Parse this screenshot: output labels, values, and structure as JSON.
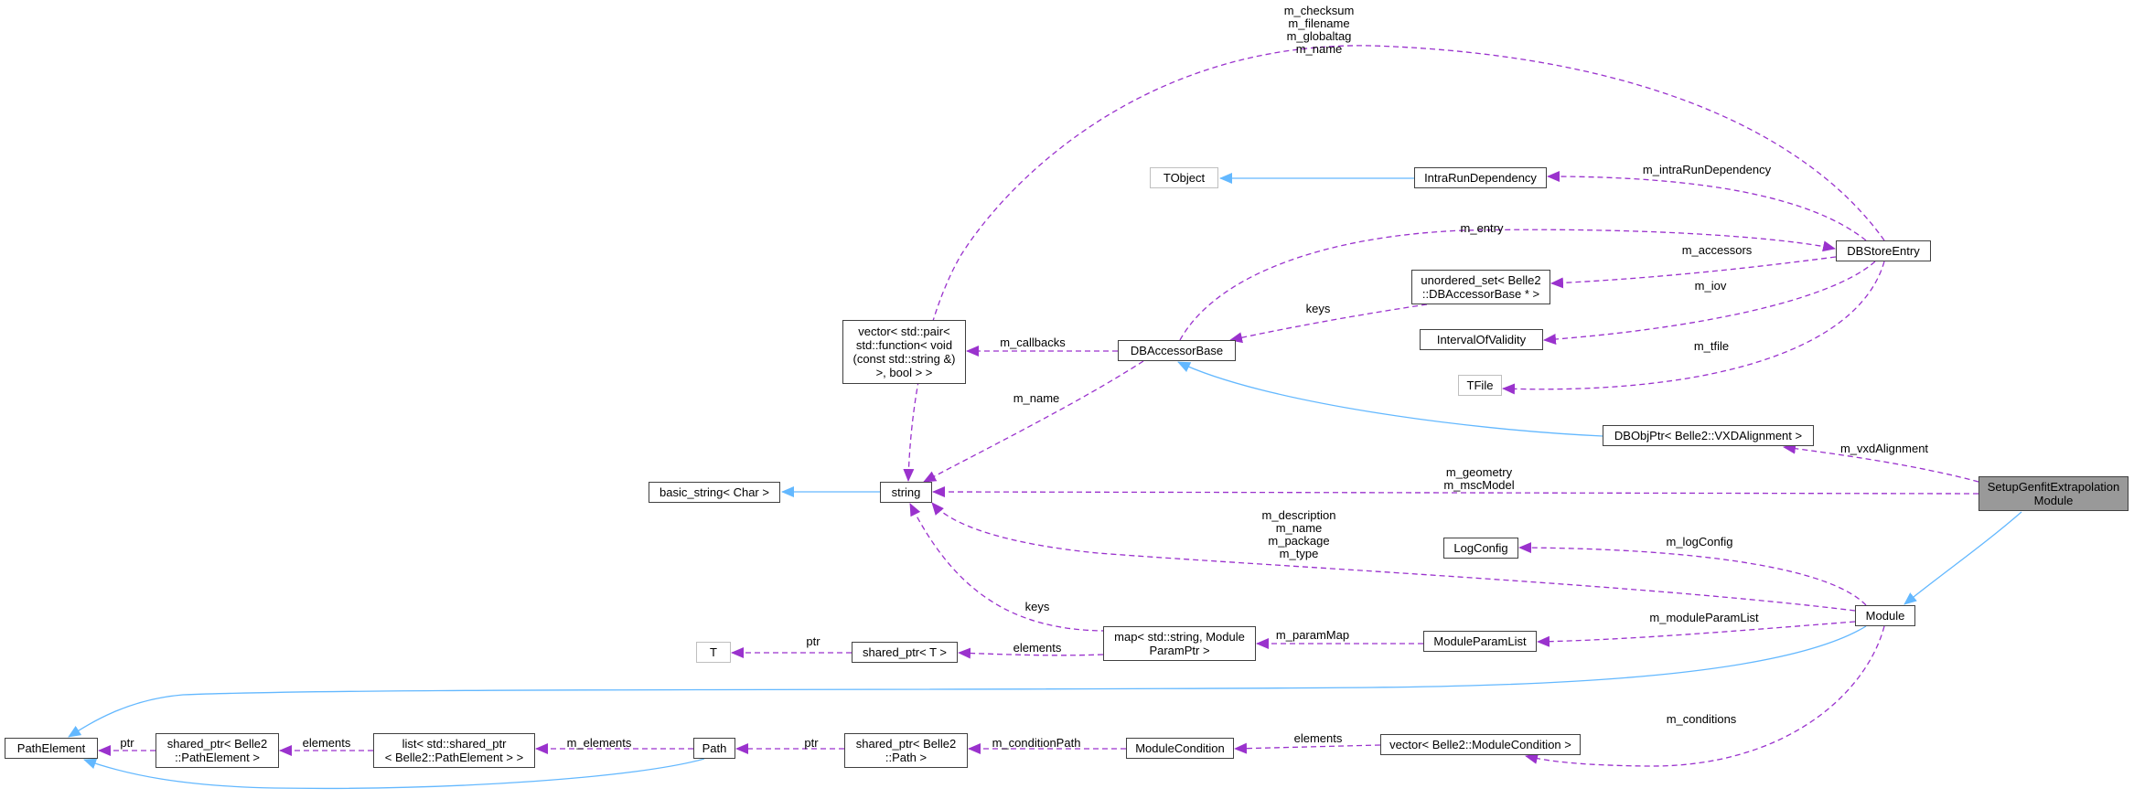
{
  "diagram": {
    "colors": {
      "inherit": "#63b8ff",
      "usage": "#9a32cd",
      "node_border": "#404040",
      "undoc_border": "#bfbfbf",
      "focus_fill": "#999999"
    },
    "nodes": {
      "setup": "SetupGenfitExtrapolation\nModule",
      "module": "Module",
      "dbobjptr": "DBObjPtr< Belle2::VXDAlignment >",
      "dbaccessorbase": "DBAccessorBase",
      "dbstoreentry": "DBStoreEntry",
      "intrarundependency": "IntraRunDependency",
      "tobject": "TObject",
      "unordered_set": "unordered_set< Belle2\n::DBAccessorBase * >",
      "intervalofvalidity": "IntervalOfValidity",
      "tfile": "TFile",
      "vector_pair": "vector< std::pair<\n std::function< void\n(const std::string &)\n>, bool > >",
      "string": "string",
      "basic_string": "basic_string< Char >",
      "logconfig": "LogConfig",
      "moduleparamlist": "ModuleParamList",
      "map": "map< std::string, Module\nParamPtr >",
      "shared_ptr_t": "shared_ptr< T >",
      "t": "T",
      "pathelement": "PathElement",
      "shared_ptr_pathelement": "shared_ptr< Belle2\n::PathElement >",
      "list": "list< std::shared_ptr\n< Belle2::PathElement > >",
      "path": "Path",
      "shared_ptr_path": "shared_ptr< Belle2\n::Path >",
      "modulecondition": "ModuleCondition",
      "vector_condition": "vector< Belle2::ModuleCondition >"
    },
    "edge_labels": {
      "m_checksum_group": "m_checksum\nm_filename\nm_globaltag\nm_name",
      "m_intraRunDependency": "m_intraRunDependency",
      "m_entry": "m_entry",
      "m_accessors": "m_accessors",
      "keys_unordered": "keys",
      "m_iov": "m_iov",
      "m_tfile": "m_tfile",
      "m_callbacks": "m_callbacks",
      "m_name_dbaccessor": "m_name",
      "m_vxdAlignment": "m_vxdAlignment",
      "m_geometry_group": "m_geometry\nm_mscModel",
      "m_description_group": "m_description\nm_name\nm_package\nm_type",
      "m_logConfig": "m_logConfig",
      "keys_map": "keys",
      "m_moduleParamList": "m_moduleParamList",
      "m_paramMap": "m_paramMap",
      "ptr_t": "ptr",
      "elements_map": "elements",
      "ptr_pathelement": "ptr",
      "elements_list": "elements",
      "m_elements": "m_elements",
      "ptr_path": "ptr",
      "m_conditionPath": "m_conditionPath",
      "elements_condition": "elements",
      "m_conditions": "m_conditions"
    }
  }
}
